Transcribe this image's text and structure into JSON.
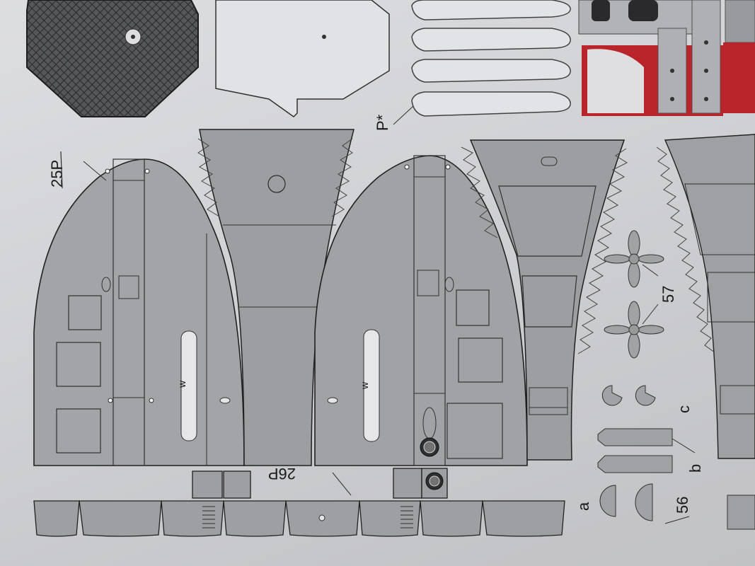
{
  "photo": {
    "subject": "paper model cutting sheet",
    "colors": {
      "part_grey": "#a9abae",
      "paper": "#e4e5e8",
      "line": "#2a2a2a",
      "red": "#c0262b",
      "dark": "#3b3b3d"
    }
  },
  "labels": {
    "part_25P": "25P",
    "part_26P": "26P",
    "part_P_star": "P*",
    "part_57": "57",
    "part_56": "56",
    "letter_a": "a",
    "letter_b": "b",
    "letter_c": "c",
    "mark_w_left": "w",
    "mark_w_right": "w"
  }
}
